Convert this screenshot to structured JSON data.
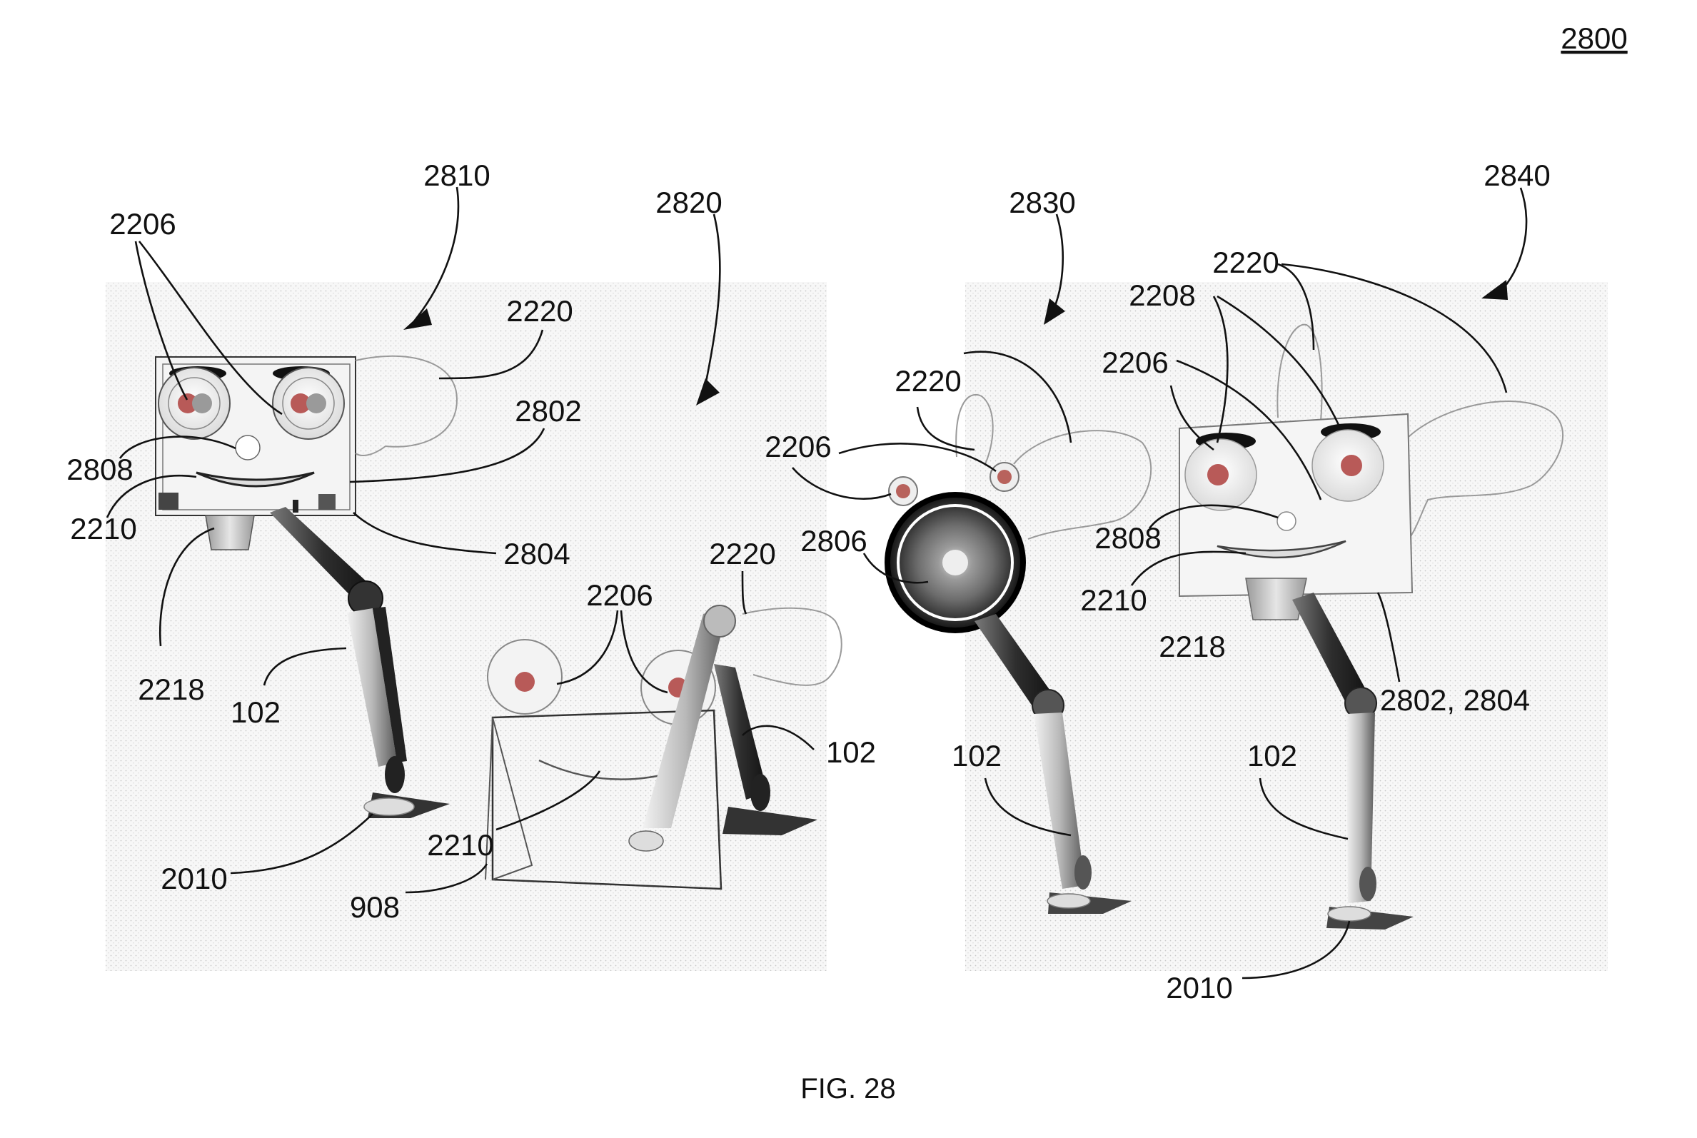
{
  "figure": {
    "number": "2800",
    "caption": "FIG. 28"
  },
  "panels": [
    {
      "id": "2810",
      "labels": [
        "2206",
        "2220",
        "2802",
        "2808",
        "2210",
        "2804",
        "2218",
        "102",
        "2010"
      ]
    },
    {
      "id": "2820",
      "labels": [
        "2206",
        "2220",
        "102",
        "2210",
        "908"
      ]
    },
    {
      "id": "2830",
      "labels": [
        "2220",
        "2206",
        "2806",
        "102"
      ]
    },
    {
      "id": "2840",
      "labels": [
        "2220",
        "2208",
        "2206",
        "2808",
        "2210",
        "2218",
        "2802, 2804",
        "102",
        "2010"
      ]
    }
  ],
  "colors": {
    "ink": "#111111",
    "stipple": "#d6d6d6",
    "pupil": "#b85a58",
    "arm_dark": "#2a2a2a",
    "arm_light": "#bdbdbd"
  }
}
